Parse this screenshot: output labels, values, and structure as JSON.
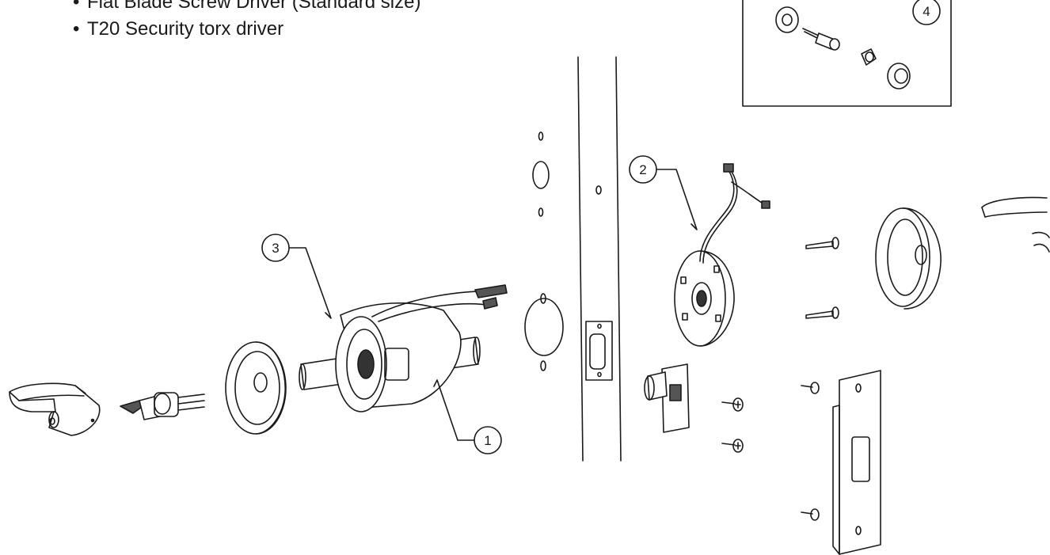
{
  "tools": {
    "bullet": "•",
    "items": [
      "Flat Blade Screw Driver (Standard size)",
      "T20 Security torx driver"
    ]
  },
  "callouts": [
    "1",
    "2",
    "3",
    "4"
  ],
  "colors": {
    "line": "#1a1a1a",
    "background": "#ffffff"
  }
}
